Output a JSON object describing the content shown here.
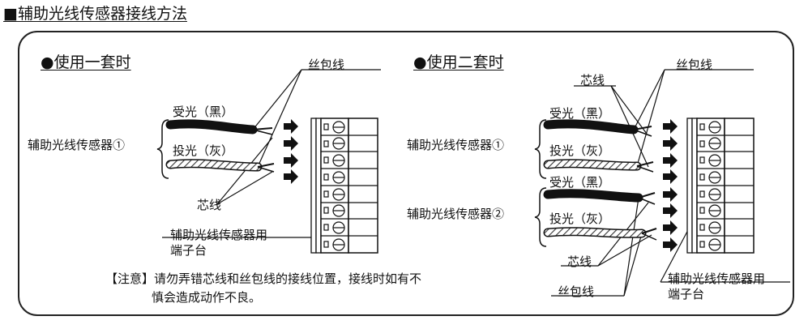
{
  "title": "■辅助光线传感器接线方法",
  "left": {
    "heading": "●使用一套时",
    "silk_wire": "丝包线",
    "core_wire": "芯线",
    "receiver": "受光（黑）",
    "emitter": "投光（灰）",
    "sensor": "辅助光线传感器①",
    "terminal_line1": "辅助光线传感器用",
    "terminal_line2": "端子台"
  },
  "right": {
    "heading": "●使用二套时",
    "core_wire_top": "芯线",
    "silk_wire_top": "丝包线",
    "receiver_1": "受光（黑）",
    "emitter_1": "投光（灰）",
    "sensor_1": "辅助光线传感器①",
    "receiver_2": "受光（黑）",
    "emitter_2": "投光（灰）",
    "sensor_2": "辅助光线传感器②",
    "core_wire_bottom": "芯线",
    "silk_wire_bottom": "丝包线",
    "terminal_line1": "辅助光线传感器用",
    "terminal_line2": "端子台"
  },
  "note": {
    "line1": "【注意】请勿弄错芯线和丝包线的接线位置，接线时如有不",
    "line2": "慎会造成动作不良。"
  }
}
